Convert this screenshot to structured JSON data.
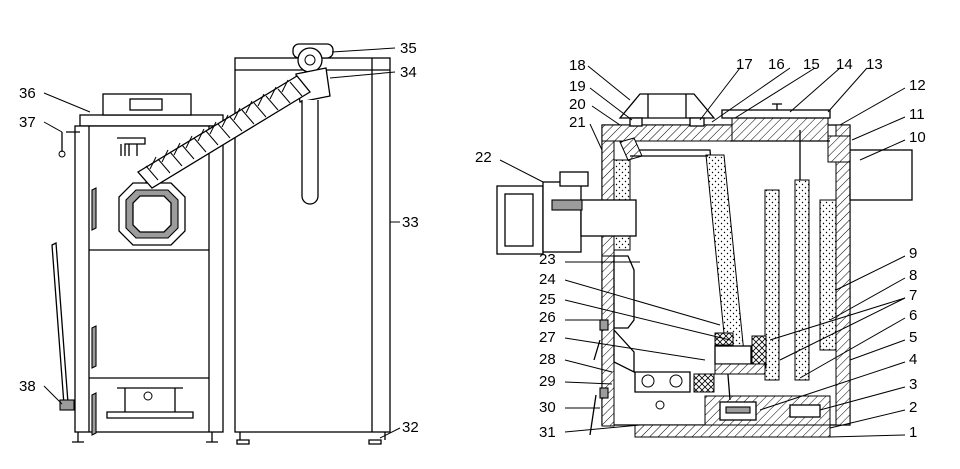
{
  "callouts": {
    "n1": "1",
    "n2": "2",
    "n3": "3",
    "n4": "4",
    "n5": "5",
    "n6": "6",
    "n7": "7",
    "n8": "8",
    "n9": "9",
    "n10": "10",
    "n11": "11",
    "n12": "12",
    "n13": "13",
    "n14": "14",
    "n15": "15",
    "n16": "16",
    "n17": "17",
    "n18": "18",
    "n19": "19",
    "n20": "20",
    "n21": "21",
    "n22": "22",
    "n23": "23",
    "n24": "24",
    "n25": "25",
    "n26": "26",
    "n27": "27",
    "n28": "28",
    "n29": "29",
    "n30": "30",
    "n31": "31",
    "n32": "32",
    "n33": "33",
    "n34": "34",
    "n35": "35",
    "n36": "36",
    "n37": "37",
    "n38": "38"
  },
  "colors": {
    "line": "#000000",
    "fill_light": "#d9d9d9",
    "fill_dark": "#9c9c9c"
  }
}
